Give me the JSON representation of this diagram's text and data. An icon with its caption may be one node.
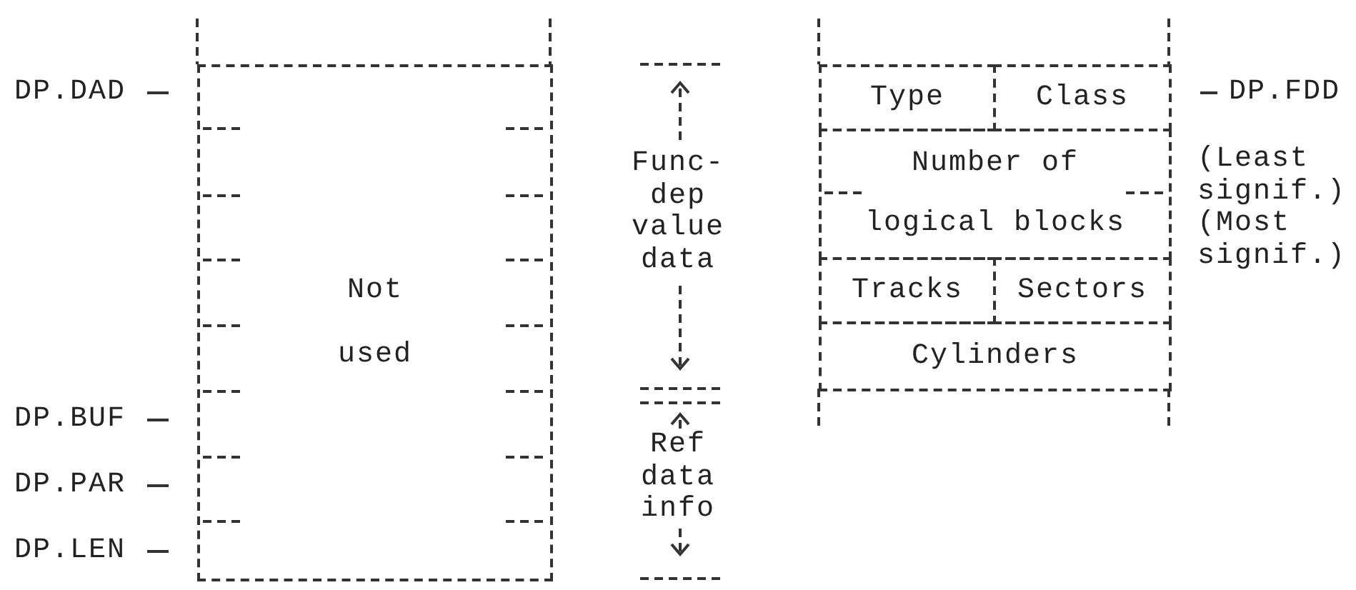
{
  "diagram": {
    "nodes": [
      {
        "text": [
          "Not used"
        ]
      },
      {
        "text": [
          "Type"
        ]
      },
      {
        "text": [
          "Class"
        ]
      },
      {
        "text": [
          "Number of logical blocks"
        ]
      },
      {
        "text": [
          "Tracks"
        ]
      },
      {
        "text": [
          "Sectors"
        ]
      },
      {
        "text": [
          "Cylinders"
        ]
      }
    ],
    "labels": [
      "DP.DAD",
      "DP.BUF",
      "DP.PAR",
      "DP.LEN",
      "Func-dep value data",
      "Ref data info",
      "DP.FDD",
      "(Least signif.)",
      "(Most signif.)"
    ]
  }
}
